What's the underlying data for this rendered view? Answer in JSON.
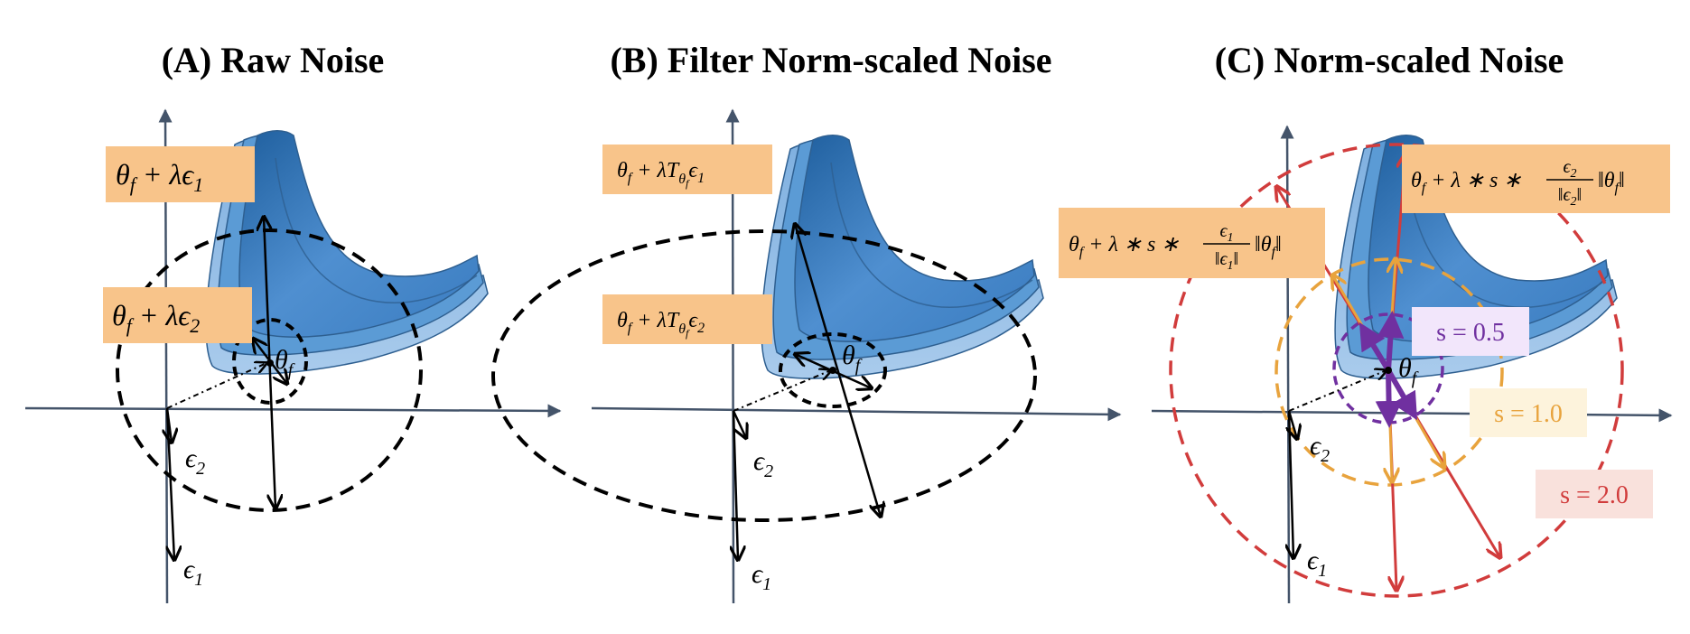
{
  "panels": [
    {
      "title": "(A) Raw Noise",
      "labels": {
        "theta_f": "θ",
        "eps1": "ϵ",
        "eps2": "ϵ",
        "sub_f": "f",
        "sub1": "1",
        "sub2": "2"
      },
      "boxes": [
        {
          "text_main": "θ",
          "text_sub": "f",
          "text_rest": " + λϵ",
          "text_idx": "1"
        },
        {
          "text_main": "θ",
          "text_sub": "f",
          "text_rest": " + λϵ",
          "text_idx": "2"
        }
      ]
    },
    {
      "title": "(B) Filter Norm-scaled Noise",
      "labels": {
        "theta_f": "θ",
        "eps1": "ϵ",
        "eps2": "ϵ",
        "sub_f": "f",
        "sub1": "1",
        "sub2": "2"
      },
      "boxes": [
        {
          "text_main": "θ",
          "text_sub": "f",
          "text_rest": " + λT",
          "text_tsub": "θ",
          "text_tsubsub": "f",
          "text_eps": "ϵ",
          "text_idx": "1"
        },
        {
          "text_main": "θ",
          "text_sub": "f",
          "text_rest": " + λT",
          "text_tsub": "θ",
          "text_tsubsub": "f",
          "text_eps": "ϵ",
          "text_idx": "2"
        }
      ]
    },
    {
      "title": "(C) Norm-scaled Noise",
      "labels": {
        "theta_f": "θ",
        "eps1": "ϵ",
        "eps2": "ϵ",
        "sub_f": "f",
        "sub1": "1",
        "sub2": "2"
      },
      "boxes": [
        {
          "text_main": "θ",
          "text_sub": "f",
          "text_rest": " + λ ∗ s ∗ ",
          "frac_num": "ϵ",
          "frac_num_idx": "1",
          "frac_den": "‖ϵ",
          "frac_den_idx": "1",
          "frac_den_end": "‖",
          "norm_open": "‖θ",
          "norm_sub": "f",
          "norm_close": "‖"
        },
        {
          "text_main": "θ",
          "text_sub": "f",
          "text_rest": " + λ ∗ s ∗ ",
          "frac_num": "ϵ",
          "frac_num_idx": "2",
          "frac_den": "‖ϵ",
          "frac_den_idx": "2",
          "frac_den_end": "‖",
          "norm_open": "‖θ",
          "norm_sub": "f",
          "norm_close": "‖"
        }
      ],
      "scales": [
        {
          "label": "s = 0.5",
          "color": "#7030a0",
          "bg": "#f2e6fb"
        },
        {
          "label": "s = 1.0",
          "color": "#e8a33d",
          "bg": "#fdf3dc"
        },
        {
          "label": "s = 2.0",
          "color": "#d13c3c",
          "bg": "#f9e1dc"
        }
      ]
    }
  ],
  "colors": {
    "box_fill": "#f8c48a",
    "surface_dark": "#2e75b6",
    "surface_mid": "#5b9bd5",
    "surface_light": "#9dc3e6"
  }
}
